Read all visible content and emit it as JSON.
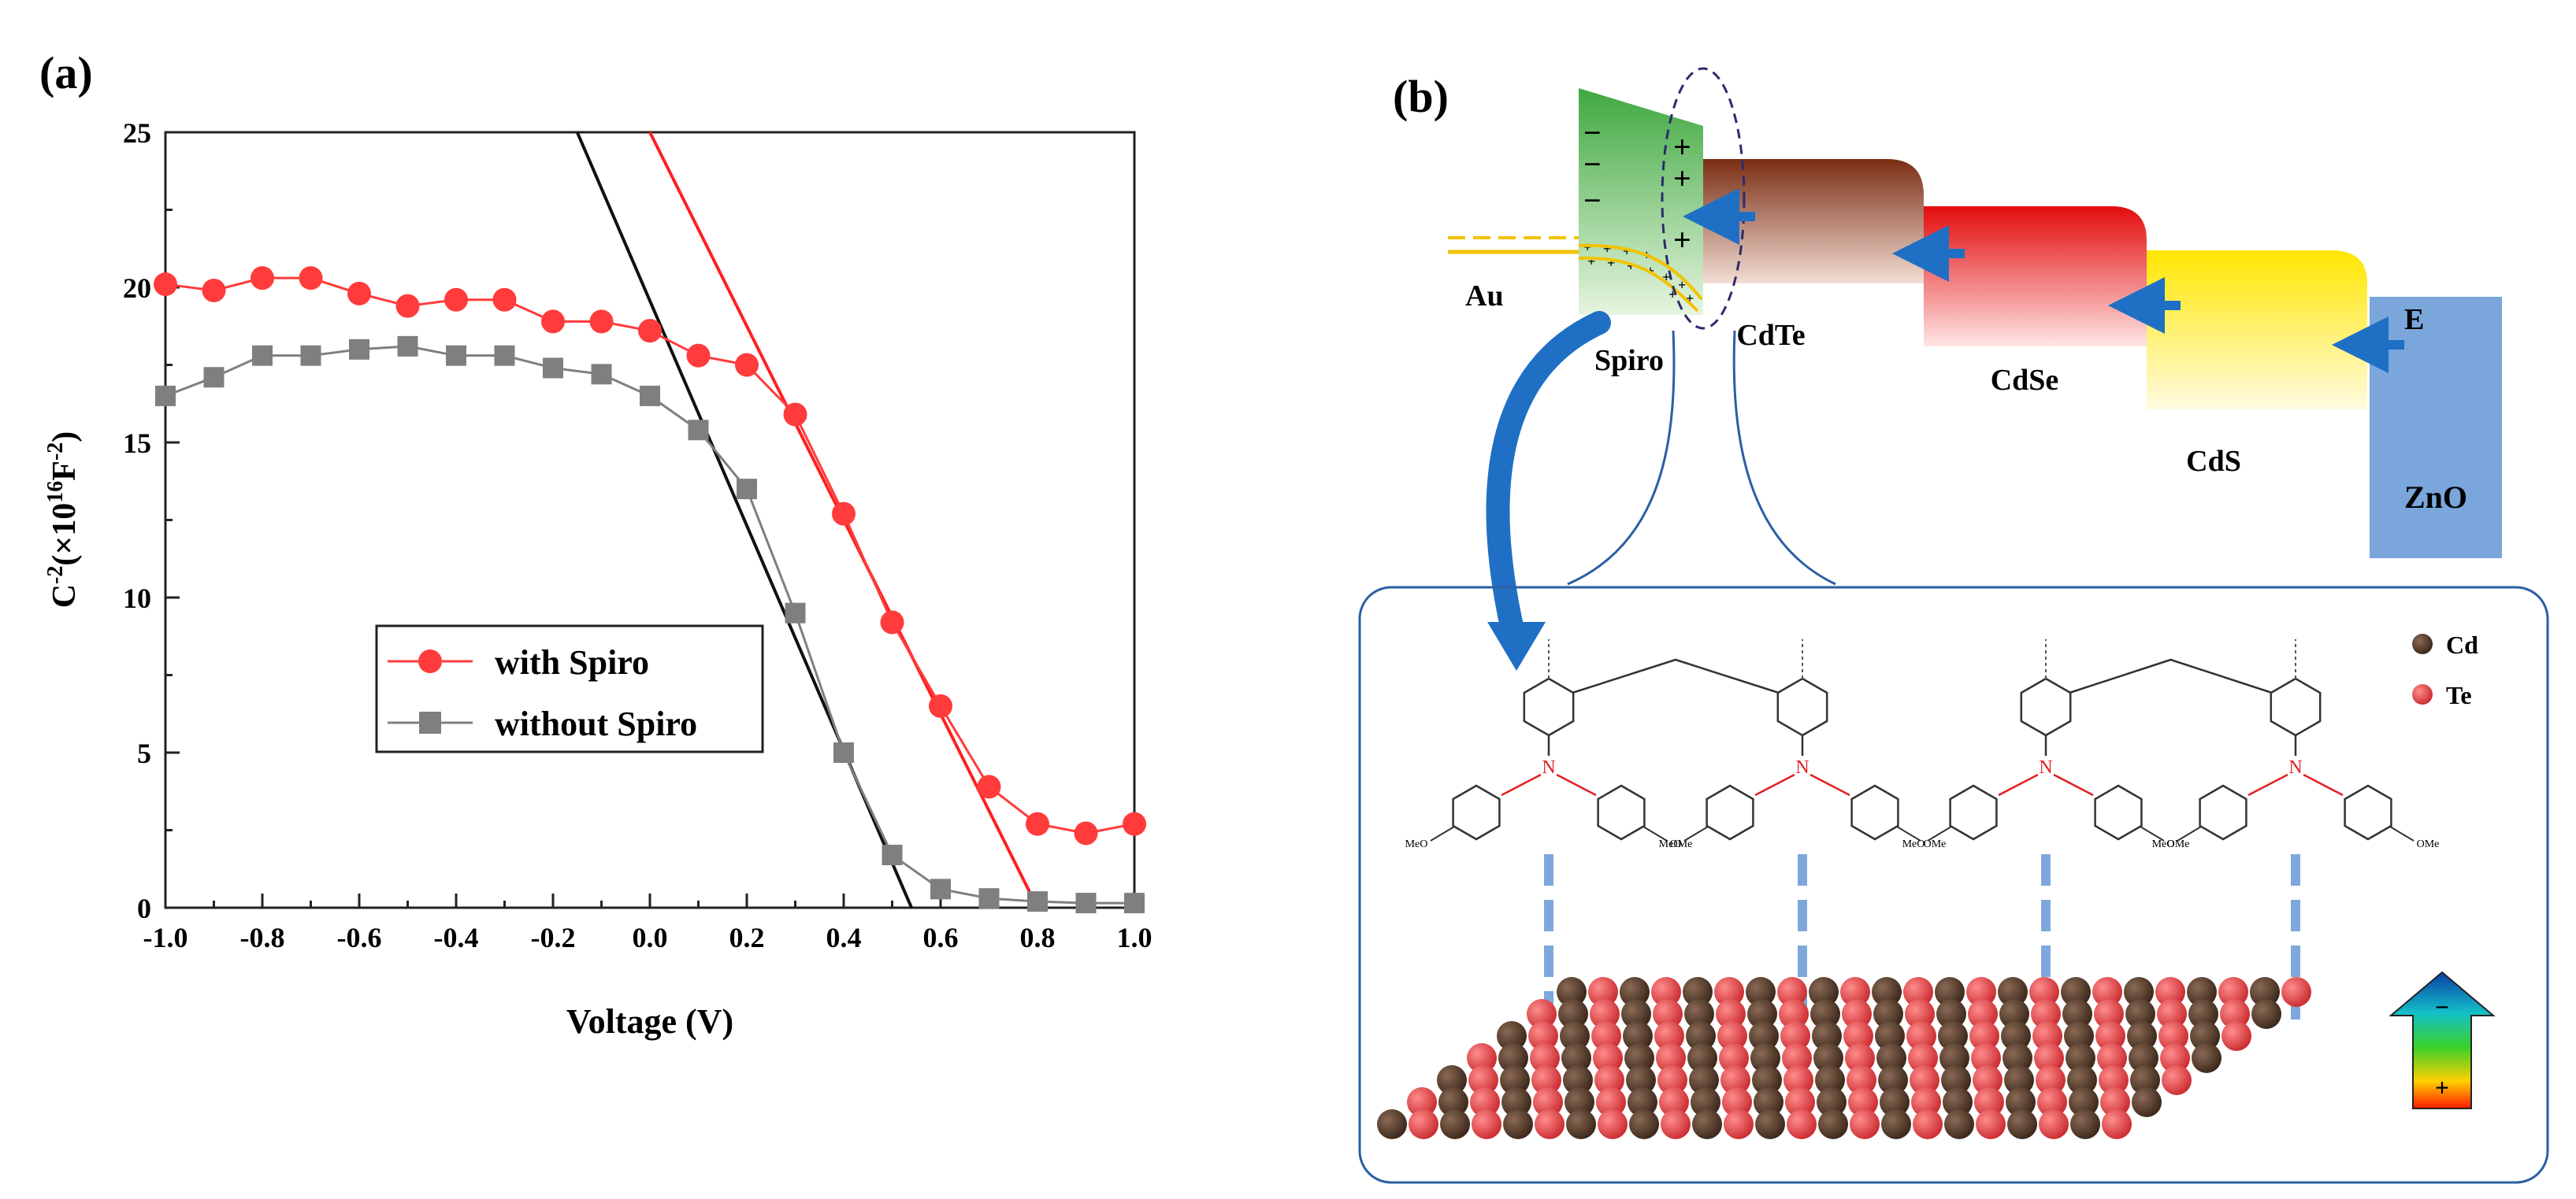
{
  "panel_a": {
    "label": "(a)",
    "chart_data": {
      "type": "scatter",
      "xlabel": "Voltage (V)",
      "ylabel_main": "C",
      "ylabel_exp1": "-2",
      "ylabel_mid": "(×10",
      "ylabel_exp2": "16",
      "ylabel_unit": "F",
      "ylabel_exp3": "-2",
      "ylabel_close": ")",
      "xlim": [
        -1.0,
        1.0
      ],
      "ylim": [
        0,
        25
      ],
      "x_ticks": [
        "-1.0",
        "-0.8",
        "-0.6",
        "-0.4",
        "-0.2",
        "0.0",
        "0.2",
        "0.4",
        "0.6",
        "0.8",
        "1.0"
      ],
      "x_tick_values": [
        -1.0,
        -0.8,
        -0.6,
        -0.4,
        -0.2,
        0.0,
        0.2,
        0.4,
        0.6,
        0.8,
        1.0
      ],
      "y_ticks": [
        "0",
        "5",
        "10",
        "15",
        "20",
        "25"
      ],
      "y_tick_values": [
        0,
        5,
        10,
        15,
        20,
        25
      ],
      "legend_position": "lower-left",
      "series": [
        {
          "name": "with Spiro",
          "color": "#ff3b3b",
          "marker": "circle",
          "x": [
            -1.0,
            -0.9,
            -0.8,
            -0.7,
            -0.6,
            -0.5,
            -0.4,
            -0.3,
            -0.2,
            -0.1,
            0.0,
            0.1,
            0.2,
            0.3,
            0.4,
            0.5,
            0.6,
            0.7,
            0.8,
            0.9,
            1.0
          ],
          "y": [
            20.1,
            19.9,
            20.3,
            20.3,
            19.8,
            19.4,
            19.6,
            19.6,
            18.9,
            18.9,
            18.6,
            17.8,
            17.5,
            15.9,
            12.7,
            9.2,
            6.5,
            3.9,
            2.7,
            2.4,
            2.7
          ]
        },
        {
          "name": "without Spiro",
          "color": "#7f7f7f",
          "marker": "square",
          "x": [
            -1.0,
            -0.9,
            -0.8,
            -0.7,
            -0.6,
            -0.5,
            -0.4,
            -0.3,
            -0.2,
            -0.1,
            0.0,
            0.1,
            0.2,
            0.3,
            0.4,
            0.5,
            0.6,
            0.7,
            0.8,
            0.9,
            1.0
          ],
          "y": [
            16.5,
            17.1,
            17.8,
            17.8,
            18.0,
            18.1,
            17.8,
            17.8,
            17.4,
            17.2,
            16.5,
            15.4,
            13.5,
            9.5,
            5.0,
            1.7,
            0.6,
            0.3,
            0.2,
            0.15,
            0.15
          ]
        }
      ],
      "fit_lines": [
        {
          "color": "#ff2020",
          "x": [
            0.0,
            0.8
          ],
          "y": [
            25,
            0
          ]
        },
        {
          "color": "#111111",
          "x": [
            -0.15,
            0.54
          ],
          "y": [
            25,
            0
          ]
        }
      ]
    }
  },
  "panel_b": {
    "label": "(b)",
    "layers": {
      "au": "Au",
      "spiro": "Spiro",
      "cdte": "CdTe",
      "cdse": "CdSe",
      "cds": "CdS",
      "zno": "ZnO",
      "field": "E"
    },
    "charges": {
      "minus": "−",
      "plus": "+"
    },
    "legend": {
      "cd": "Cd",
      "te": "Te"
    },
    "colors": {
      "spiro": "#5cb85c",
      "cdte": "#8b3a1a",
      "cdse": "#e81010",
      "cds": "#ffea00",
      "zno": "#7aa6dc",
      "arrow": "#1f6fc5",
      "au_line": "#f2c200",
      "cd_atom": "#4a3426",
      "te_atom": "#e8474a"
    },
    "molecule_labels": {
      "meo": "MeO",
      "ome": "OMe",
      "n": "N"
    }
  }
}
